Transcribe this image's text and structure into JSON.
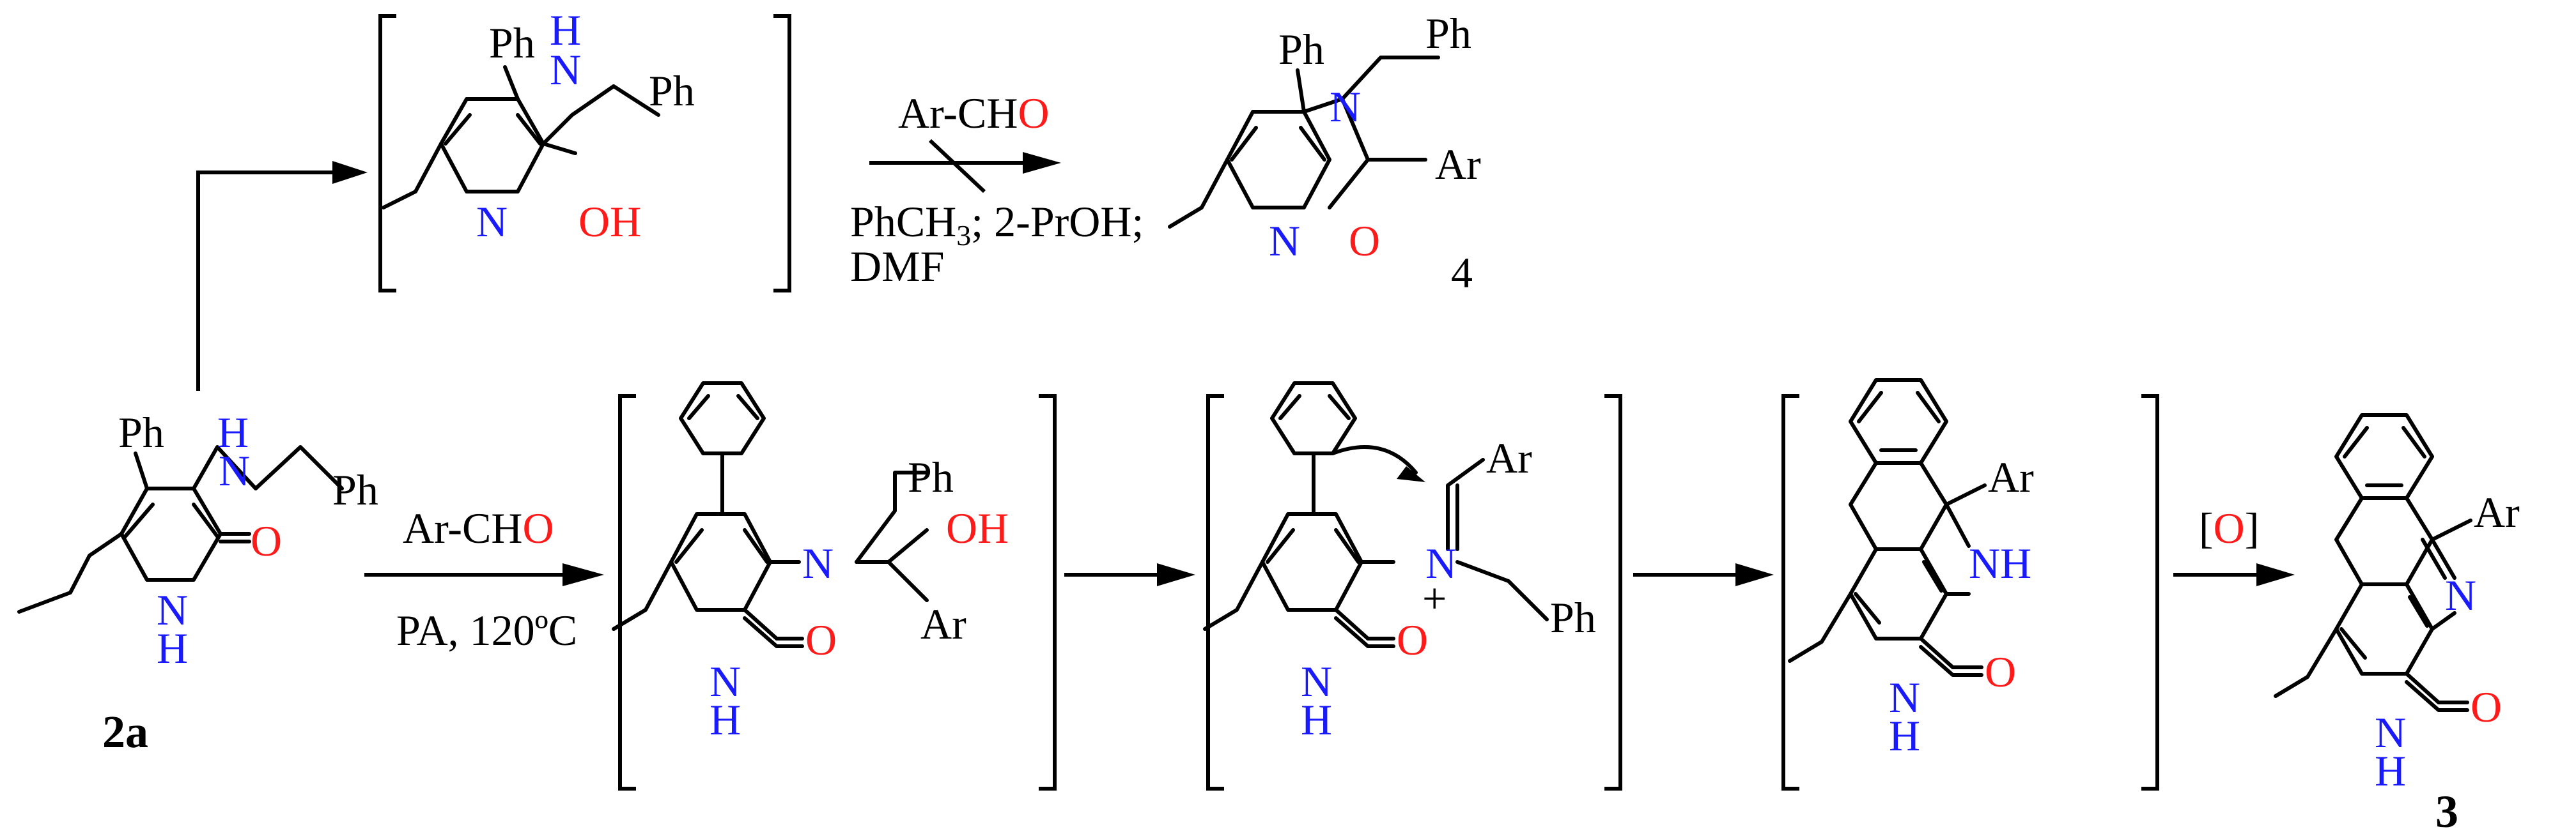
{
  "scheme": {
    "atoms": {
      "ph": "Ph",
      "ar": "Ar",
      "n": "N",
      "h": "H",
      "o": "O",
      "oh": "OH",
      "nh": "NH",
      "plus": "+"
    },
    "reagents": {
      "aldehyde_left": "Ar-CH",
      "aldehyde_o": "O",
      "solvents_line1": "PhCH",
      "solvents_sub": "3",
      "solvents_rest": "; 2-PrOH;",
      "solvents_line2": "DMF",
      "conditions": "PA,  120ºC",
      "oxidant_open": "[",
      "oxidant_o": "O",
      "oxidant_close": "]"
    },
    "compound_labels": {
      "start": "2a",
      "oxazole": "4",
      "product": "3"
    }
  }
}
